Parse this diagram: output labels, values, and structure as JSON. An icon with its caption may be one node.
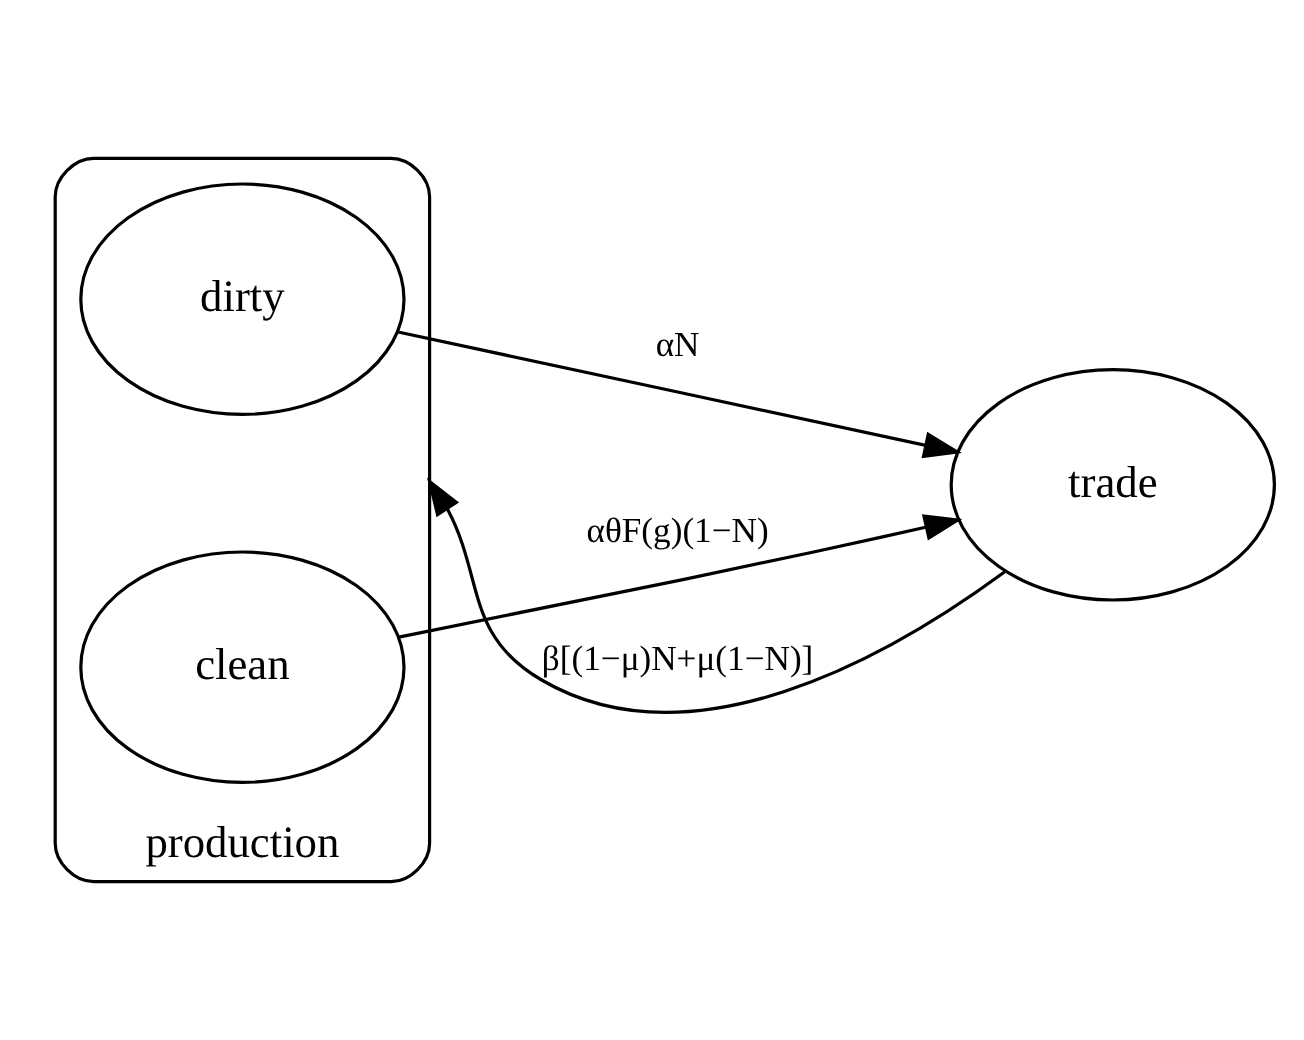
{
  "diagram": {
    "nodes": [
      {
        "text": [
          "production"
        ]
      },
      {
        "text": [
          "dirty"
        ],
        "in": 0
      },
      {
        "text": [
          "clean"
        ],
        "in": 0
      },
      {
        "text": [
          "trade"
        ]
      }
    ],
    "edges": [
      {
        "from": 1,
        "to": 3,
        "arrow": "to",
        "label": "αN"
      },
      {
        "from": 2,
        "to": 3,
        "arrow": "to",
        "label": "αθF(g)(1−N)"
      },
      {
        "from": 3,
        "to": 0,
        "arrow": "to",
        "label": "β[(1−μ)N+μ(1−N)]"
      }
    ]
  }
}
